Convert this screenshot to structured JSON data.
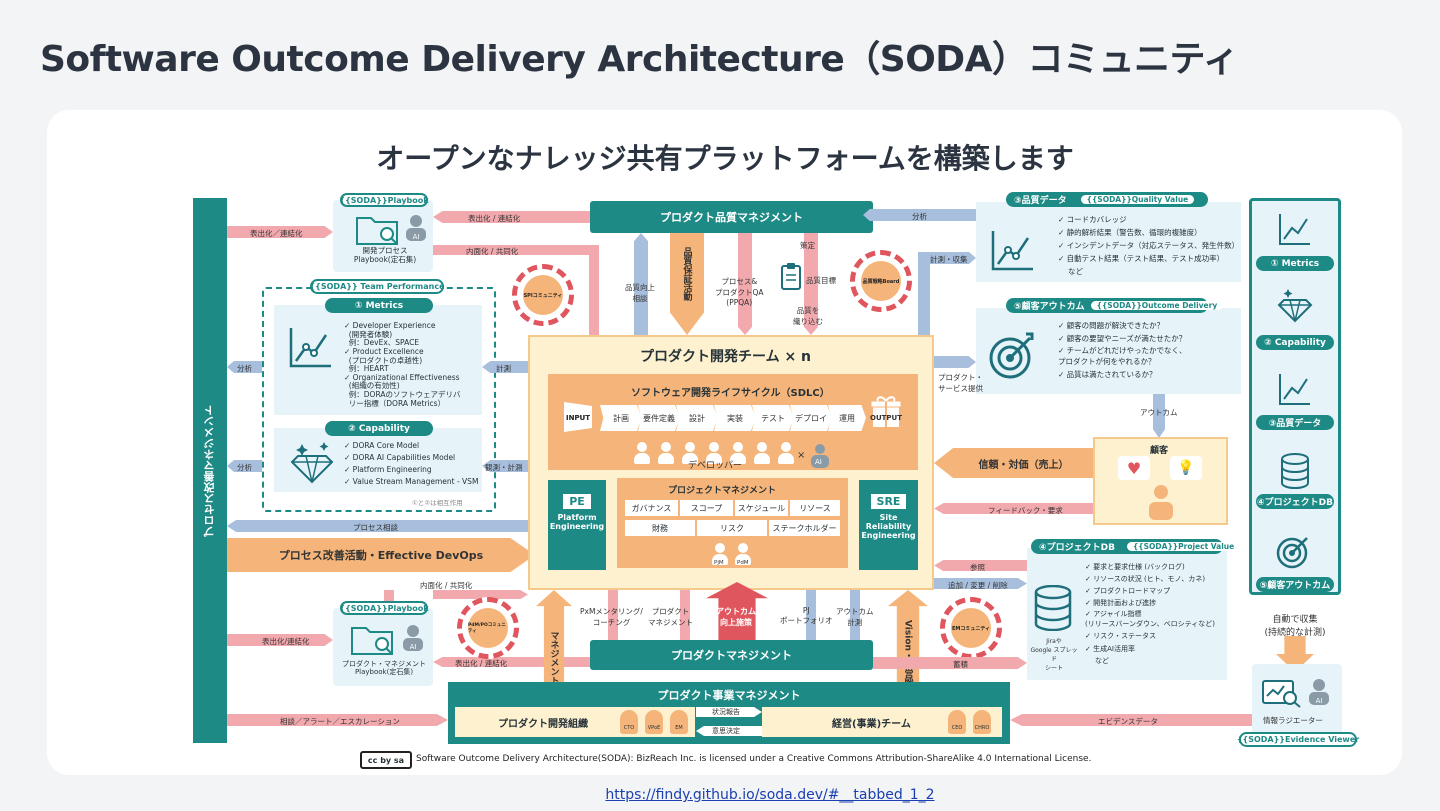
{
  "page_title": "Software Outcome Delivery Architecture（SODA）コミュニティ",
  "subtitle": "オープンなナレッジ共有プラットフォームを構築します",
  "left_bar": "プロセス改善マネジメント",
  "top_bar": "プロダクト品質マネジメント",
  "playbook_top": {
    "tag": "{{SODA}}Playbook",
    "text": "開発プロセス\nPlaybook(定石集)"
  },
  "playbook_bottom": {
    "tag": "{{SODA}}Playbook",
    "text": "プロダクト・マネジメント\nPlaybook(定石集)"
  },
  "team_perf": {
    "tag": "{{SODA}} Team Performance",
    "metrics_title": "① Metrics",
    "metrics_items": [
      "✓ Developer Experience",
      "  (開発者体験)",
      "  例：DevEx、SPACE",
      "✓ Product Excellence",
      "  (プロダクトの卓越性)",
      "  例：HEART",
      "✓ Organizational Effectiveness",
      "  (組織の有効性)",
      "  例：DORAのソフトウェアデリバ",
      "  リー指標（DORA Metrics）"
    ],
    "capability_title": "② Capability",
    "capability_items": [
      "✓ DORA Core Model",
      "✓ DORA AI Capabilities Model",
      "✓ Platform Engineering",
      "✓ Value Stream Management - VSM"
    ],
    "note": "①と②は相互作用"
  },
  "labels": {
    "out_connect_1": "表出化／連結化",
    "out_connect_2": "表出化 / 連結化",
    "internal_1": "内面化 / 共同化",
    "internal_2": "内面化 / 共同化",
    "analysis_1": "分析",
    "analysis_2": "分析",
    "analysis_top": "分析",
    "measure": "計測",
    "observe": "観測・計測",
    "process_consult": "プロセス相談",
    "process_improve": "プロセス改善活動・Effective DevOps",
    "out_connect_3": "表出化/連結化",
    "out_connect_4": "表出化 / 連結化",
    "consult_alert": "相談／アラート／エスカレーション",
    "quality_consult": "品質向上\n相談",
    "quality_assurance": "品質保証活動",
    "process_qa": "プロセス&\nプロダクトQA\n(PPQA)",
    "decide": "策定",
    "quality_goal": "品質目標",
    "quality_embed": "品質を\n織り込む",
    "spi": "SPIコミュニティ",
    "quality_board": "品質戦略Board",
    "measure_collect": "計測・収集",
    "product_service": "プロダクト・\nサービス提供",
    "outcome": "アウトカム",
    "trust_value": "信頼・対価（売上）",
    "feedback": "フィードバック・要求",
    "reference": "参照",
    "add_change_delete": "追加 / 変更 / 削除",
    "accumulate": "蓄積",
    "evidence_data": "エビデンスデータ",
    "pxm_coaching": "PxMメンタリング/\nコーチング",
    "product_manage": "プロダクト\nマネジメント",
    "outcome_improve": "アウトカム\n向上施策",
    "pj_portfolio": "PJ\nポートフォリオ",
    "outcome_measure": "アウトカム\n計測",
    "vision": "Vision・経営戦略",
    "management": "マネジメント",
    "pdm_community": "PdM/POコミュニティ",
    "em_community": "EMコミュニティ",
    "auto_collect": "自動で収集\n(持続的な計測)"
  },
  "dev_team": {
    "title": "プロダクト開発チーム × n",
    "sdlc_title": "ソフトウェア開発ライフサイクル（SDLC）",
    "input": "INPUT",
    "output": "OUTPUT",
    "steps": [
      "計画",
      "要件定義",
      "設計",
      "実装",
      "テスト",
      "デプロイ",
      "運用"
    ],
    "developer": "デベロッパー",
    "times": "×",
    "ai": "AI",
    "pe": "PE",
    "pe_full": "Platform\nEngineering",
    "sre": "SRE",
    "sre_full": "Site\nReliability\nEngineering",
    "pm_title": "プロジェクトマネジメント",
    "pm_cells": [
      "ガバナンス",
      "スコープ",
      "スケジュール",
      "リソース",
      "財務",
      "リスク",
      "ステークホルダー"
    ],
    "pjm": "PjM",
    "pmm": "PdM"
  },
  "quality_data": {
    "tag": "③品質データ",
    "sub": "{{SODA}}Quality Value",
    "items": [
      "コードカバレッジ",
      "静的解析結果（警告数、循環的複雑度）",
      "インシデントデータ（対応ステータス、発生件数）",
      "自動テスト結果（テスト結果、テスト成功率）",
      "など"
    ]
  },
  "outcome_box": {
    "tag": "⑤顧客アウトカム",
    "sub": "{{SODA}}Outcome Delivery",
    "items": [
      "顧客の問題が解決できたか？",
      "顧客の要望やニーズが満たせたか？",
      "チームがどれだけやったかでなく、\nプロダクトが何をやれるか？",
      "品質は満たされているか？"
    ]
  },
  "customer": "顧客",
  "project_db": {
    "tag": "④プロジェクトDB",
    "sub": "{{SODA}}Project Value",
    "items": [
      "要求と要求仕様 (バックログ)",
      "リソースの状況 (ヒト、モノ、カネ)",
      "プロダクトロードマップ",
      "開発計画および進捗",
      "アジャイル指標\n(リリースバーンダウン、ベロシティなど)",
      "リスク・ステータス",
      "生成AI活用率",
      "など"
    ],
    "db_note": "Jiraや\nGoogle スプレッド\nシート"
  },
  "right_bar": [
    "① Metrics",
    "② Capability",
    "③品質データ",
    "④プロジェクトDB",
    "⑤顧客アウトカム"
  ],
  "evidence": {
    "text": "情報ラジエーター",
    "tag": "{{SODA}}Evidence Viewer"
  },
  "product_manage_bar": "プロダクトマネジメント",
  "business_bar": "プロダクト事業マネジメント",
  "org": {
    "dev_org": "プロダクト開発組織",
    "exec_team": "経営(事業)チーム",
    "status_report": "状況報告",
    "decision": "意思決定",
    "roles_left": [
      "CTO",
      "VPoE",
      "EM"
    ],
    "roles_right": [
      "CEO",
      "CHRO"
    ]
  },
  "license": "Software Outcome Delivery Architecture(SODA): BizReach Inc. is licensed under a Creative Commons Attribution-ShareAlike 4.0 International License.",
  "cc_badge": "cc by sa",
  "link": "https://findy.github.io/soda.dev/#__tabbed_1_2",
  "colors": {
    "teal": "#1e8a86",
    "orange": "#f5b57a",
    "pink": "#f2a9ae",
    "blue": "#a7bedc",
    "cream": "#fdf1cf"
  }
}
